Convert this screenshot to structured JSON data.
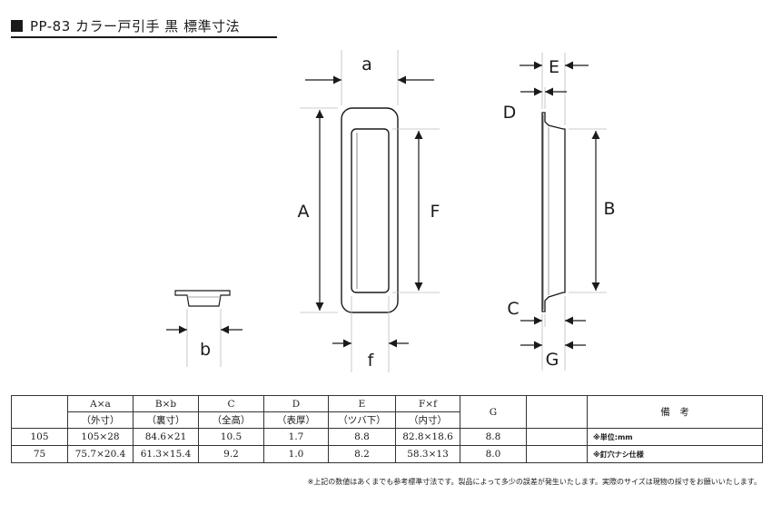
{
  "title": "PP-83 カラー戸引手 黒 標準寸法",
  "labels": {
    "a": "a",
    "E": "E",
    "D": "D",
    "A": "A",
    "F": "F",
    "B": "B",
    "C": "C",
    "b": "b",
    "f": "f",
    "G": "G"
  },
  "table": {
    "headers": [
      {
        "top": "A×a",
        "bottom": "（外寸）"
      },
      {
        "top": "B×b",
        "bottom": "（裏寸）"
      },
      {
        "top": "C",
        "bottom": "（全高）"
      },
      {
        "top": "D",
        "bottom": "（表厚）"
      },
      {
        "top": "E",
        "bottom": "（ツバ下）"
      },
      {
        "top": "F×f",
        "bottom": "（内寸）"
      },
      {
        "top": "G",
        "bottom": ""
      }
    ],
    "remarks_header": "備　考",
    "rows": [
      {
        "size": "105",
        "Aa": "105×28",
        "Bb": "84.6×21",
        "C": "10.5",
        "D": "1.7",
        "E": "8.8",
        "Ff": "82.8×18.6",
        "G": "8.8",
        "remark": "※単位:mm"
      },
      {
        "size": "75",
        "Aa": "75.7×20.4",
        "Bb": "61.3×15.4",
        "C": "9.2",
        "D": "1.0",
        "E": "8.2",
        "Ff": "58.3×13",
        "G": "8.0",
        "remark": "※釘穴ナシ仕様"
      }
    ],
    "footnote": "※上記の数値はあくまでも参考標準寸法です。製品によって多少の誤差が発生いたします。実際のサイズは現物の採寸をお願いいたします。"
  }
}
